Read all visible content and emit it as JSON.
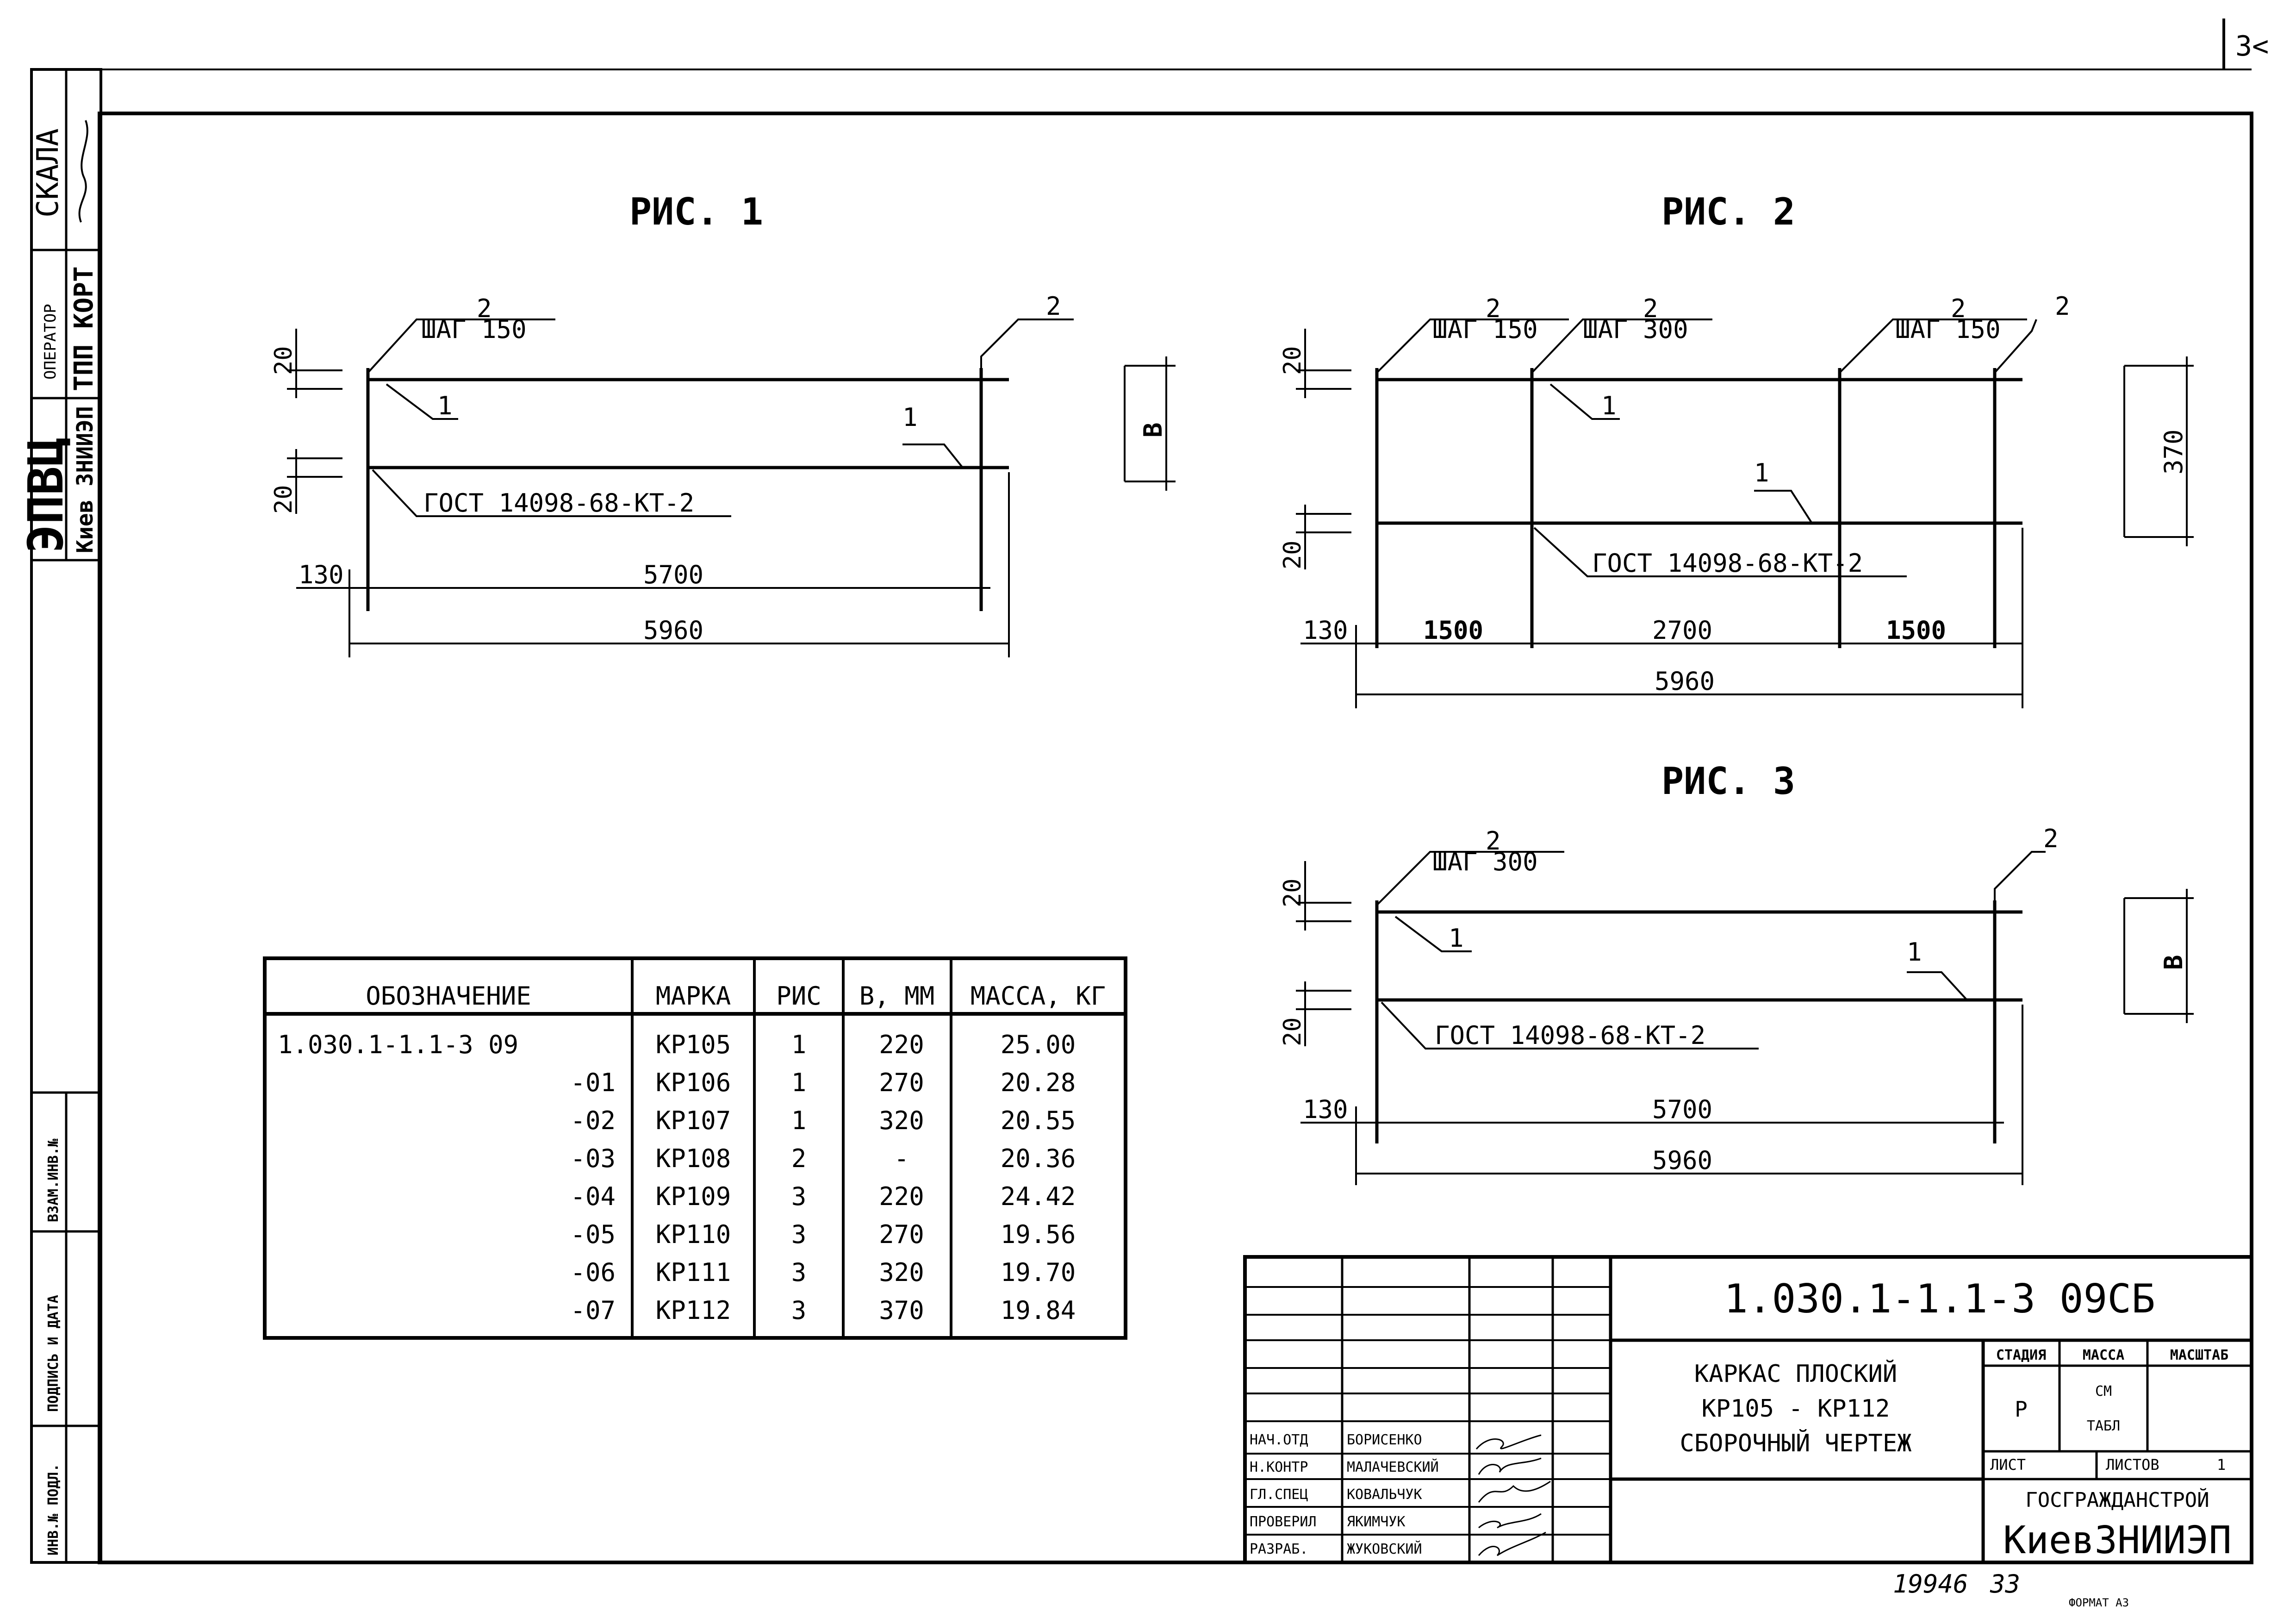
{
  "sheet_corner": "3<",
  "left_margin": {
    "skala": "СКАЛА",
    "operator": "ОПЕРАТОР",
    "tpp_kort": "ТПП КОРТ",
    "epvc": "ЭПВЦ",
    "kiev_zniiep": "Киев ЗНИИЭП",
    "vzam_inv": "ВЗАМ.ИНВ.№",
    "podpis_data": "ПОДПИСЬ И ДАТА",
    "inv_podl": "ИНВ.№ ПОДЛ."
  },
  "fig1": {
    "title": "РИС. 1",
    "weld_top_left_num": "2",
    "weld_top_left_step": "ШАГ  150",
    "weld_top_right_num": "2",
    "bar_label_left": "1",
    "bar_label_right": "1",
    "gost": "ГОСТ  14098-68-КТ-2",
    "dim_20_top": "20",
    "dim_20_bottom": "20",
    "dim_130": "130",
    "dim_5700": "5700",
    "dim_5960": "5960",
    "height_label": "В"
  },
  "fig2": {
    "title": "РИС. 2",
    "w1_num": "2",
    "w1_step": "ШАГ  150",
    "w2_num": "2",
    "w2_step": "ШАГ  300",
    "w3_num": "2",
    "w3_step": "ШАГ  150",
    "w4_num": "2",
    "bar_label_left": "1",
    "bar_label_mid": "1",
    "gost": "ГОСТ  14098-68-КТ-2",
    "dim_20_top": "20",
    "dim_20_bottom": "20",
    "dim_130": "130",
    "dim_1500_a": "1500",
    "dim_2700": "2700",
    "dim_1500_b": "1500",
    "dim_5960": "5960",
    "height_label": "370"
  },
  "fig3": {
    "title": "РИС. 3",
    "weld_top_left_num": "2",
    "weld_top_left_step": "ШАГ  300",
    "weld_top_right_num": "2",
    "bar_label_left": "1",
    "bar_label_right": "1",
    "gost": "ГОСТ  14098-68-КТ-2",
    "dim_20_top": "20",
    "dim_20_bottom": "20",
    "dim_130": "130",
    "dim_5700": "5700",
    "dim_5960": "5960",
    "height_label": "В"
  },
  "spec_table": {
    "headers": [
      "ОБОЗНАЧЕНИЕ",
      "МАРКА",
      "РИС",
      "В, ММ",
      "МАССА, КГ"
    ],
    "rows": [
      [
        "1.030.1-1.1-3 09",
        "КР105",
        "1",
        "220",
        "25.00"
      ],
      [
        "-01",
        "КР106",
        "1",
        "270",
        "20.28"
      ],
      [
        "-02",
        "КР107",
        "1",
        "320",
        "20.55"
      ],
      [
        "-03",
        "КР108",
        "2",
        "-",
        "20.36"
      ],
      [
        "-04",
        "КР109",
        "3",
        "220",
        "24.42"
      ],
      [
        "-05",
        "КР110",
        "3",
        "270",
        "19.56"
      ],
      [
        "-06",
        "КР111",
        "3",
        "320",
        "19.70"
      ],
      [
        "-07",
        "КР112",
        "3",
        "370",
        "19.84"
      ]
    ]
  },
  "title_block": {
    "doc_number": "1.030.1-1.1-3  09СБ",
    "name_line1": "КАРКАС ПЛОСКИЙ",
    "name_line2": "КР105  -  КР112",
    "name_line3": "СБОРОЧНЫЙ ЧЕРТЕЖ",
    "stadiya_h": "СТАДИЯ",
    "massa_h": "МАССА",
    "masshtab_h": "МАСШТАБ",
    "stadiya_v": "Р",
    "massa_v1": "СМ",
    "massa_v2": "ТАБЛ",
    "list_h": "ЛИСТ",
    "listov_h": "ЛИСТОВ",
    "listov_v": "1",
    "org1": "ГОСГРАЖДАНСТРОЙ",
    "org2": "КиевЗНИИЭП",
    "roles": [
      "НАЧ.ОТД",
      "Н.КОНТР",
      "ГЛ.СПЕЦ",
      "ПРОВЕРИЛ",
      "РАЗРАБ."
    ],
    "names": [
      "БОРИСЕНКО",
      "МАЛАЧЕВСКИЙ",
      "КОВАЛЬЧУК",
      "ЯКИМЧУК",
      "ЖУКОВСКИЙ"
    ]
  },
  "footer": {
    "inv": "19946",
    "page": "33",
    "format": "ФОРМАТ А3"
  }
}
